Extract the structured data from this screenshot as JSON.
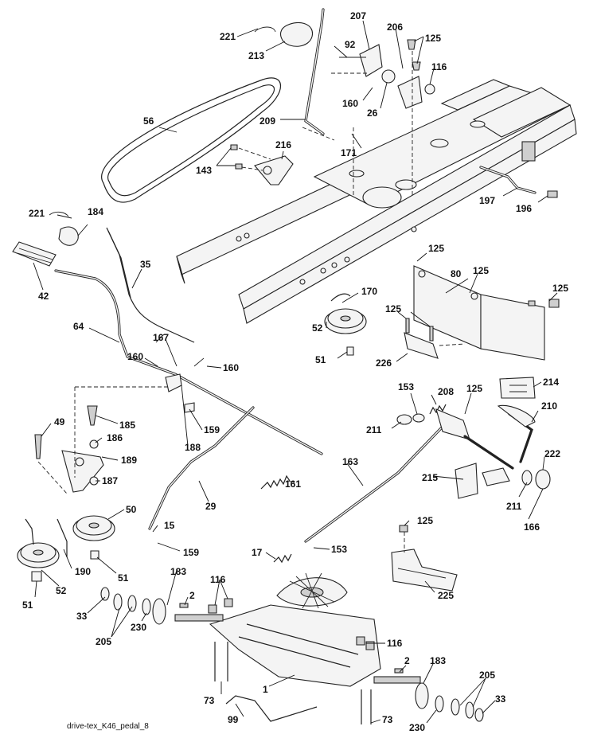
{
  "diagram": {
    "caption": "drive-tex_K46_pedal_8",
    "callouts": [
      {
        "id": "c221a",
        "text": "221"
      },
      {
        "id": "c213",
        "text": "213"
      },
      {
        "id": "c207",
        "text": "207"
      },
      {
        "id": "c206",
        "text": "206"
      },
      {
        "id": "c125a",
        "text": "125"
      },
      {
        "id": "c92",
        "text": "92"
      },
      {
        "id": "c116a",
        "text": "116"
      },
      {
        "id": "c160a",
        "text": "160"
      },
      {
        "id": "c26",
        "text": "26"
      },
      {
        "id": "c56",
        "text": "56"
      },
      {
        "id": "c209",
        "text": "209"
      },
      {
        "id": "c171",
        "text": "171"
      },
      {
        "id": "c216",
        "text": "216"
      },
      {
        "id": "c143",
        "text": "143"
      },
      {
        "id": "c197",
        "text": "197"
      },
      {
        "id": "c196",
        "text": "196"
      },
      {
        "id": "c221b",
        "text": "221"
      },
      {
        "id": "c184",
        "text": "184"
      },
      {
        "id": "c42",
        "text": "42"
      },
      {
        "id": "c35",
        "text": "35"
      },
      {
        "id": "c125b",
        "text": "125"
      },
      {
        "id": "c80",
        "text": "80"
      },
      {
        "id": "c125c",
        "text": "125"
      },
      {
        "id": "c125d",
        "text": "125"
      },
      {
        "id": "c170",
        "text": "170"
      },
      {
        "id": "c125e",
        "text": "125"
      },
      {
        "id": "c64",
        "text": "64"
      },
      {
        "id": "c52a",
        "text": "52"
      },
      {
        "id": "c51a",
        "text": "51"
      },
      {
        "id": "c226",
        "text": "226"
      },
      {
        "id": "c167",
        "text": "167"
      },
      {
        "id": "c160b",
        "text": "160"
      },
      {
        "id": "c160c",
        "text": "160"
      },
      {
        "id": "c153a",
        "text": "153"
      },
      {
        "id": "c208",
        "text": "208"
      },
      {
        "id": "c125f",
        "text": "125"
      },
      {
        "id": "c214",
        "text": "214"
      },
      {
        "id": "c49",
        "text": "49"
      },
      {
        "id": "c185",
        "text": "185"
      },
      {
        "id": "c186",
        "text": "186"
      },
      {
        "id": "c159a",
        "text": "159"
      },
      {
        "id": "c188",
        "text": "188"
      },
      {
        "id": "c211a",
        "text": "211"
      },
      {
        "id": "c210",
        "text": "210"
      },
      {
        "id": "c189",
        "text": "189"
      },
      {
        "id": "c163",
        "text": "163"
      },
      {
        "id": "c187",
        "text": "187"
      },
      {
        "id": "c161",
        "text": "161"
      },
      {
        "id": "c222",
        "text": "222"
      },
      {
        "id": "c215",
        "text": "215"
      },
      {
        "id": "c50",
        "text": "50"
      },
      {
        "id": "c29",
        "text": "29"
      },
      {
        "id": "c211b",
        "text": "211"
      },
      {
        "id": "c166",
        "text": "166"
      },
      {
        "id": "c15",
        "text": "15"
      },
      {
        "id": "c159b",
        "text": "159"
      },
      {
        "id": "c125g",
        "text": "125"
      },
      {
        "id": "c17",
        "text": "17"
      },
      {
        "id": "c153b",
        "text": "153"
      },
      {
        "id": "c190",
        "text": "190"
      },
      {
        "id": "c51b",
        "text": "51"
      },
      {
        "id": "c52b",
        "text": "52"
      },
      {
        "id": "c51c",
        "text": "51"
      },
      {
        "id": "c225",
        "text": "225"
      },
      {
        "id": "c183a",
        "text": "183"
      },
      {
        "id": "c116b",
        "text": "116"
      },
      {
        "id": "c33a",
        "text": "33"
      },
      {
        "id": "c2a",
        "text": "2"
      },
      {
        "id": "c205a",
        "text": "205"
      },
      {
        "id": "c230a",
        "text": "230"
      },
      {
        "id": "c116c",
        "text": "116"
      },
      {
        "id": "c2b",
        "text": "2"
      },
      {
        "id": "c183b",
        "text": "183"
      },
      {
        "id": "c1",
        "text": "1"
      },
      {
        "id": "c205b",
        "text": "205"
      },
      {
        "id": "c73a",
        "text": "73"
      },
      {
        "id": "c33b",
        "text": "33"
      },
      {
        "id": "c99",
        "text": "99"
      },
      {
        "id": "c73b",
        "text": "73"
      },
      {
        "id": "c230b",
        "text": "230"
      }
    ]
  }
}
